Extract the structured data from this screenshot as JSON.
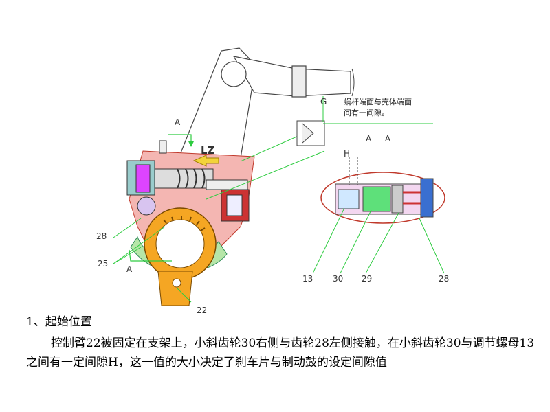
{
  "figure": {
    "note_line1": "蜗杆端面与壳体端面",
    "note_line2": "间有一间隙。",
    "section_title": "A — A",
    "label_G": "G",
    "label_H": "H",
    "label_A_top": "A",
    "label_A_bottom": "A",
    "label_LZ": "LZ",
    "left_parts": [
      "28",
      "25",
      "22"
    ],
    "right_parts": [
      "13",
      "30",
      "29",
      "28"
    ]
  },
  "text": {
    "heading": "1、起始位置",
    "paragraph": "控制臂22被固定在支架上，小斜齿轮30右侧与齿轮28左侧接触，在小斜齿轮30与调节螺母13之间有一定间隙H，这一值的大小决定了刹车片与制动鼓的设定间隙值"
  }
}
